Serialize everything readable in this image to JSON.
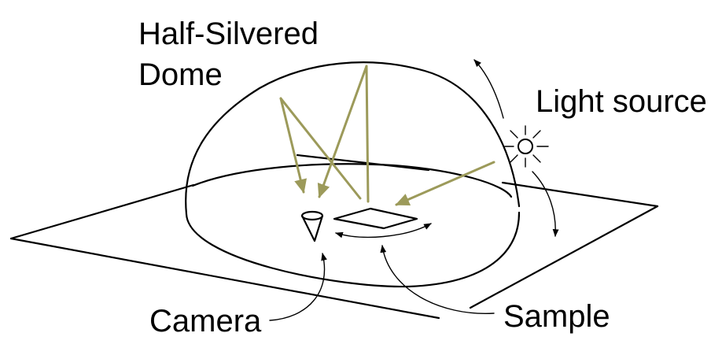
{
  "labels": {
    "dome_line1": "Half-Silvered",
    "dome_line2": "Dome",
    "light_source": "Light source",
    "camera": "Camera",
    "sample": "Sample"
  },
  "colors": {
    "ray": "#9c9a5a",
    "ink": "#000000",
    "background": "#ffffff"
  },
  "icons": {
    "light_source": "sun-icon",
    "camera": "cone-camera-icon"
  }
}
